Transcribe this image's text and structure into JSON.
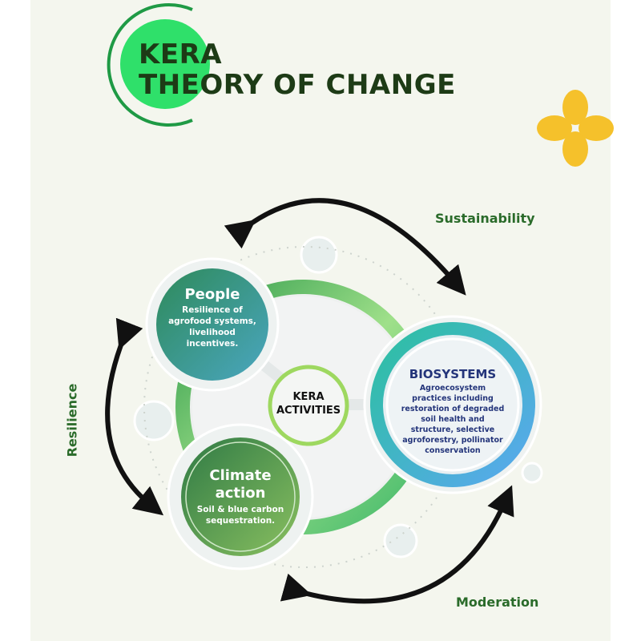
{
  "title": {
    "line1": "KERA",
    "line2": "THEORY OF CHANGE"
  },
  "cycle_labels": {
    "top": "Sustainability",
    "left": "Resilience",
    "bottom": "Moderation"
  },
  "center": {
    "label": "KERA ACTIVITIES"
  },
  "nodes": {
    "people": {
      "title": "People",
      "text": "Resilience of agrofood systems, livelihood incentives."
    },
    "climate": {
      "title": "Climate action",
      "text": "Soil & blue carbon sequestration."
    },
    "biosystems": {
      "title": "BIOSYSTEMS",
      "text": "Agroecosystem practices including restoration of degraded soil health and structure, selective agroforestry, pollinator conservation"
    }
  },
  "colors": {
    "title": "#1d3b16",
    "accent_green": "#2fe06a",
    "label_green": "#2a6b2a",
    "flower": "#f5c12b",
    "biosystems_text": "#23347a"
  }
}
